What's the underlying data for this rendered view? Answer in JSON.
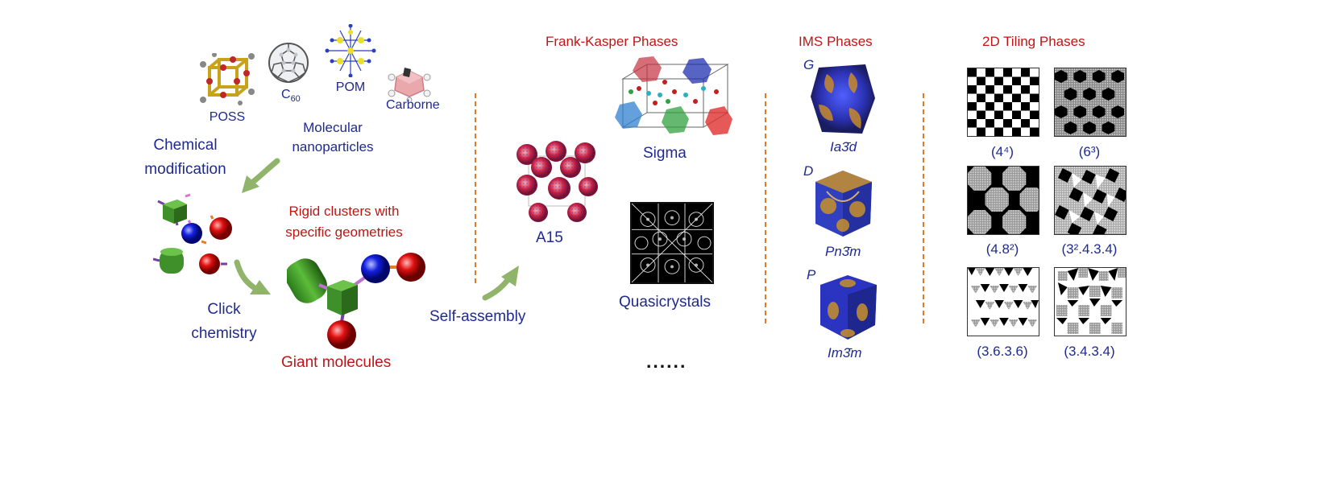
{
  "molecules": {
    "poss": "POSS",
    "c60_main": "C",
    "c60_sub": "60",
    "pom": "POM",
    "carborne": "Carborne",
    "molecular_nanoparticles": "Molecular nanoparticles",
    "chemical_modification": "Chemical modification",
    "rigid_clusters": "Rigid clusters with specific geometries",
    "click_chemistry": "Click chemistry",
    "giant_molecules": "Giant molecules",
    "self_assembly": "Self-assembly"
  },
  "frank_kasper": {
    "title": "Frank-Kasper Phases",
    "a15": "A15",
    "sigma": "Sigma",
    "quasicrystals": "Quasicrystals",
    "ellipsis": "......"
  },
  "ims": {
    "title": "IMS Phases",
    "g_label": "G",
    "d_label": "D",
    "p_label": "P",
    "g_space": "Ia3̄d",
    "d_space": "Pn3̄m",
    "p_space": "Im3̄m"
  },
  "tiling": {
    "title": "2D Tiling Phases",
    "labels": [
      "(4⁴)",
      "(6³)",
      "(4.8²)",
      "(3².4.3.4)",
      "(3.6.3.6)",
      "(3.4.3.4)"
    ]
  },
  "colors": {
    "blue_text": "#1f2a8f",
    "red_text": "#c01515",
    "arrow_green": "#8fb46a",
    "dash_orange": "#e07b2a"
  }
}
